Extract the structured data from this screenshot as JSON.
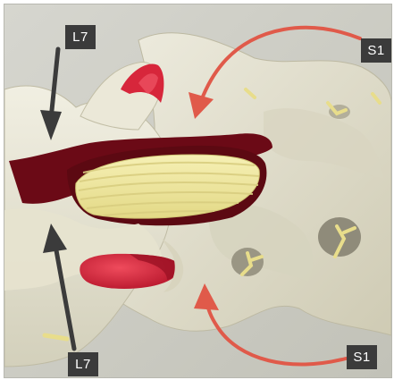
{
  "image": {
    "description_colors": {
      "background": "#c9c9c2",
      "bone": "#e9e7d6",
      "bone_shadow": "#c7c4ad",
      "dark_red": "#6b0a16",
      "red": "#d7263b",
      "nerve": "#f1ea9d",
      "arrow_dark": "#3b3b3b",
      "arrow_red": "#e05a4a"
    }
  },
  "labels": {
    "top_left": "L7",
    "bottom_left": "L7",
    "top_right": "S1",
    "bottom_right": "S1"
  }
}
